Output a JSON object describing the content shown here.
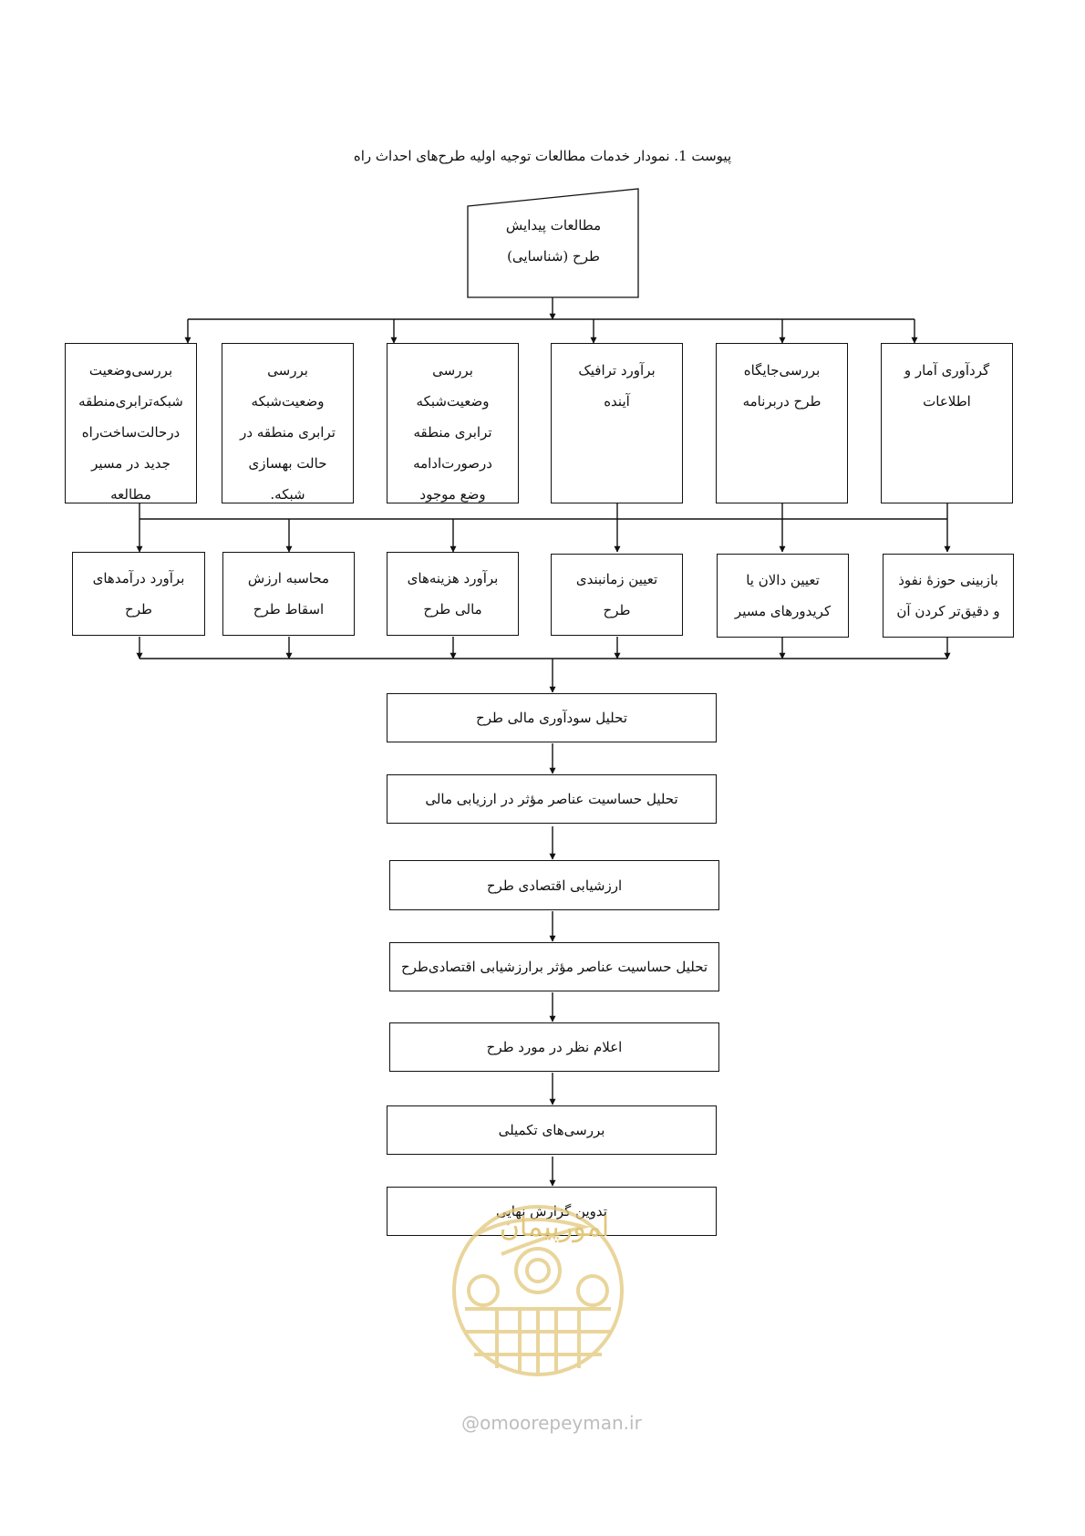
{
  "caption": "پیوست 1. نمودار خدمات مطالعات توجیه اولیه طرح‌های احداث راه",
  "start": {
    "text": "مطالعات پیدایش\nطرح (شناسایی)"
  },
  "row1": [
    "گردآوری آمار و\nاطلاعات",
    "بررسی‌جایگاه\nطرح دربرنامه",
    "برآورد ترافیک\nآینده",
    "بررسی\nوضعیت‌شبکه\nترابری منطقه\nدرصورت‌ادامه\nوضع موجود",
    "بررسی\nوضعیت‌شبکه\nترابری منطقه در\nحالت بهسازی\nشبکه.",
    "بررسی‌وضعیت\nشبکه‌ترابری‌منطقه\nدرحالت‌ساخت‌راه\nجدید در مسیر\nمطالعه"
  ],
  "row2": [
    "بازبینی حوزهٔ نفوذ\nو دقیق‌تر کردن آن",
    "تعیین دالان یا\nکریدورهای مسیر",
    "تعیین زمانبندی\nطرح",
    "برآورد هزینه‌های\nمالی طرح",
    "محاسبه ارزش\nاسقاط طرح",
    "برآورد درآمدهای\nطرح"
  ],
  "flow": [
    "تحلیل سودآوری مالی طرح",
    "تحلیل حساسیت عناصر مؤثر در ارزیابی مالی",
    "ارزشیابی اقتصادی طرح",
    "تحلیل حساسیت عناصر مؤثر برارزشیابی اقتصادی‌طرح",
    "اعلام نظر در مورد طرح",
    "بررسی‌های تکمیلی",
    "تدوین گزارش نهایی"
  ],
  "watermark": {
    "brand": "امورپیمان",
    "url": "@omoorepeyman.ir",
    "color": "#e2c77a"
  }
}
